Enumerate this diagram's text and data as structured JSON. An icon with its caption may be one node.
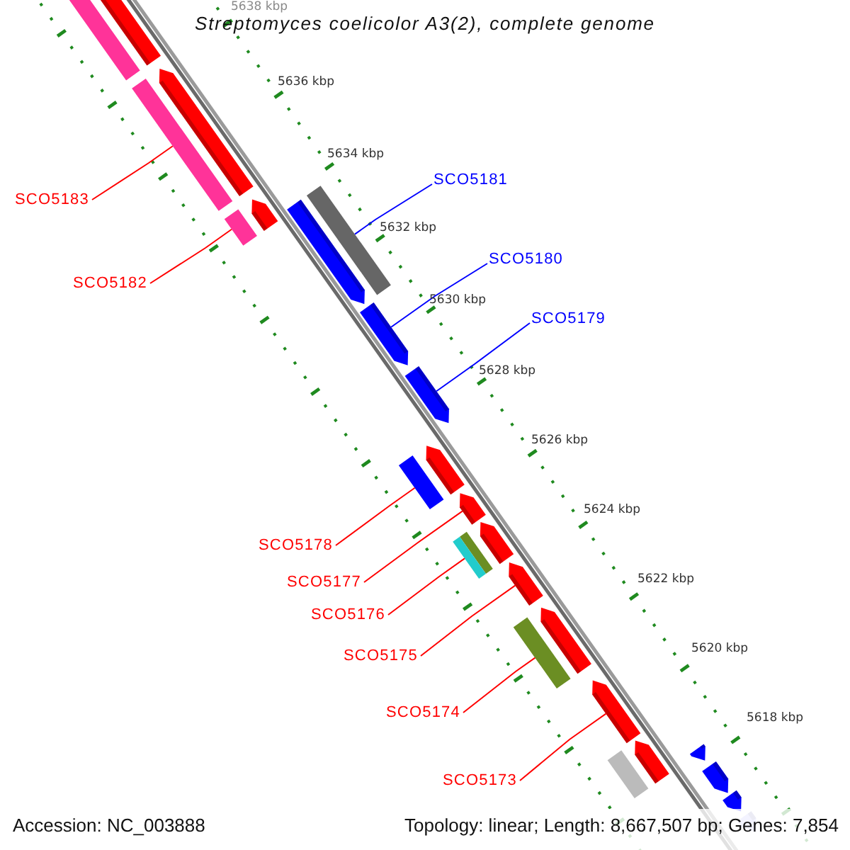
{
  "diagram": {
    "title": "Streptomyces coelicolor A3(2), complete genome",
    "nodes": [
      {
        "text": [
          "SCO5183"
        ]
      },
      {
        "text": [
          "SCO5182"
        ]
      },
      {
        "text": [
          "SCO5181"
        ]
      },
      {
        "text": [
          "SCO5180"
        ]
      },
      {
        "text": [
          "SCO5179"
        ]
      },
      {
        "text": [
          "SCO5178"
        ]
      },
      {
        "text": [
          "SCO5177"
        ]
      },
      {
        "text": [
          "SCO5176"
        ]
      },
      {
        "text": [
          "SCO5175"
        ]
      },
      {
        "text": [
          "SCO5174"
        ]
      },
      {
        "text": [
          "SCO5173"
        ]
      },
      {
        "text": [],
        "shape": "arrow"
      },
      {
        "text": [],
        "shape": "arrow"
      },
      {
        "text": [],
        "shape": "arrow"
      },
      {
        "text": [],
        "shape": "arrow"
      },
      {
        "text": [],
        "shape": "arrow"
      },
      {
        "text": [],
        "shape": "arrow"
      },
      {
        "text": [],
        "shape": "arrow"
      },
      {
        "text": [],
        "shape": "arrow"
      },
      {
        "text": [],
        "shape": "arrow"
      },
      {
        "text": [],
        "shape": "arrow"
      },
      {
        "text": [],
        "shape": "arrow"
      },
      {
        "text": [],
        "shape": "arrow"
      },
      {
        "text": [],
        "shape": "arrow"
      },
      {
        "text": [],
        "shape": "arrow"
      },
      {
        "text": [],
        "shape": "arrow"
      },
      {
        "text": [],
        "shape": "arrow"
      },
      {
        "text": [],
        "shape": "arrow"
      }
    ],
    "edges": [
      {
        "from": 0,
        "to": 12,
        "arrow": "none"
      },
      {
        "from": 1,
        "to": 13,
        "arrow": "none"
      },
      {
        "from": 2,
        "to": 14,
        "arrow": "none",
        "color": "#0000ff"
      },
      {
        "from": 3,
        "to": 15,
        "arrow": "none",
        "color": "#0000ff"
      },
      {
        "from": 4,
        "to": 16,
        "arrow": "none",
        "color": "#0000ff"
      },
      {
        "from": 5,
        "to": 17,
        "arrow": "none"
      },
      {
        "from": 6,
        "to": 18,
        "arrow": "none"
      },
      {
        "from": 7,
        "to": 19,
        "arrow": "none"
      },
      {
        "from": 8,
        "to": 20,
        "arrow": "none"
      },
      {
        "from": 9,
        "to": 21,
        "arrow": "none"
      },
      {
        "from": 10,
        "to": 22,
        "arrow": "none"
      }
    ],
    "labels": [
      "5638 kbp",
      "5636 kbp",
      "5634 kbp",
      "5632 kbp",
      "5630 kbp",
      "5628 kbp",
      "5626 kbp",
      "5624 kbp",
      "5622 kbp",
      "5620 kbp",
      "5618 kbp",
      "Accession: NC_003888",
      "Topology: linear; Length: 8,667,507 bp; Genes: 7,854"
    ]
  }
}
